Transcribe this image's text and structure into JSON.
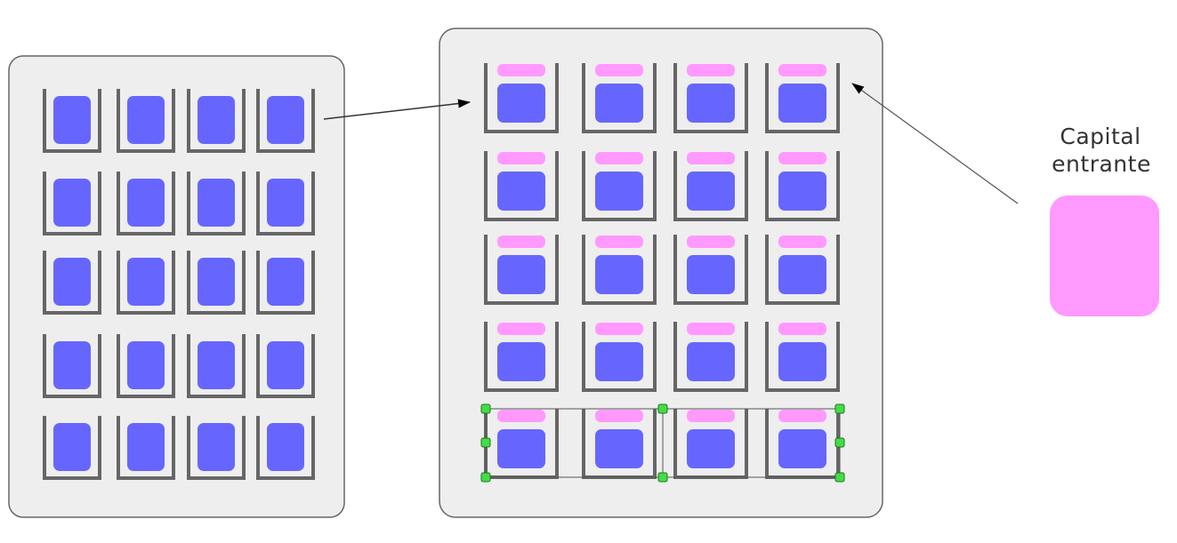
{
  "label": {
    "line1": "Capital",
    "line2": "entrante"
  },
  "colors": {
    "panel_fill": "#eeeeee",
    "panel_stroke": "#666666",
    "cup_stroke": "#666666",
    "capital_block": "#6666ff",
    "incoming_block": "#ff99ff",
    "handle": "#44dd44"
  },
  "left_panel": {
    "rows": 5,
    "cols": 4,
    "stacked": false
  },
  "right_panel": {
    "rows": 5,
    "cols": 4,
    "stacked": true,
    "selected_row": 5
  }
}
